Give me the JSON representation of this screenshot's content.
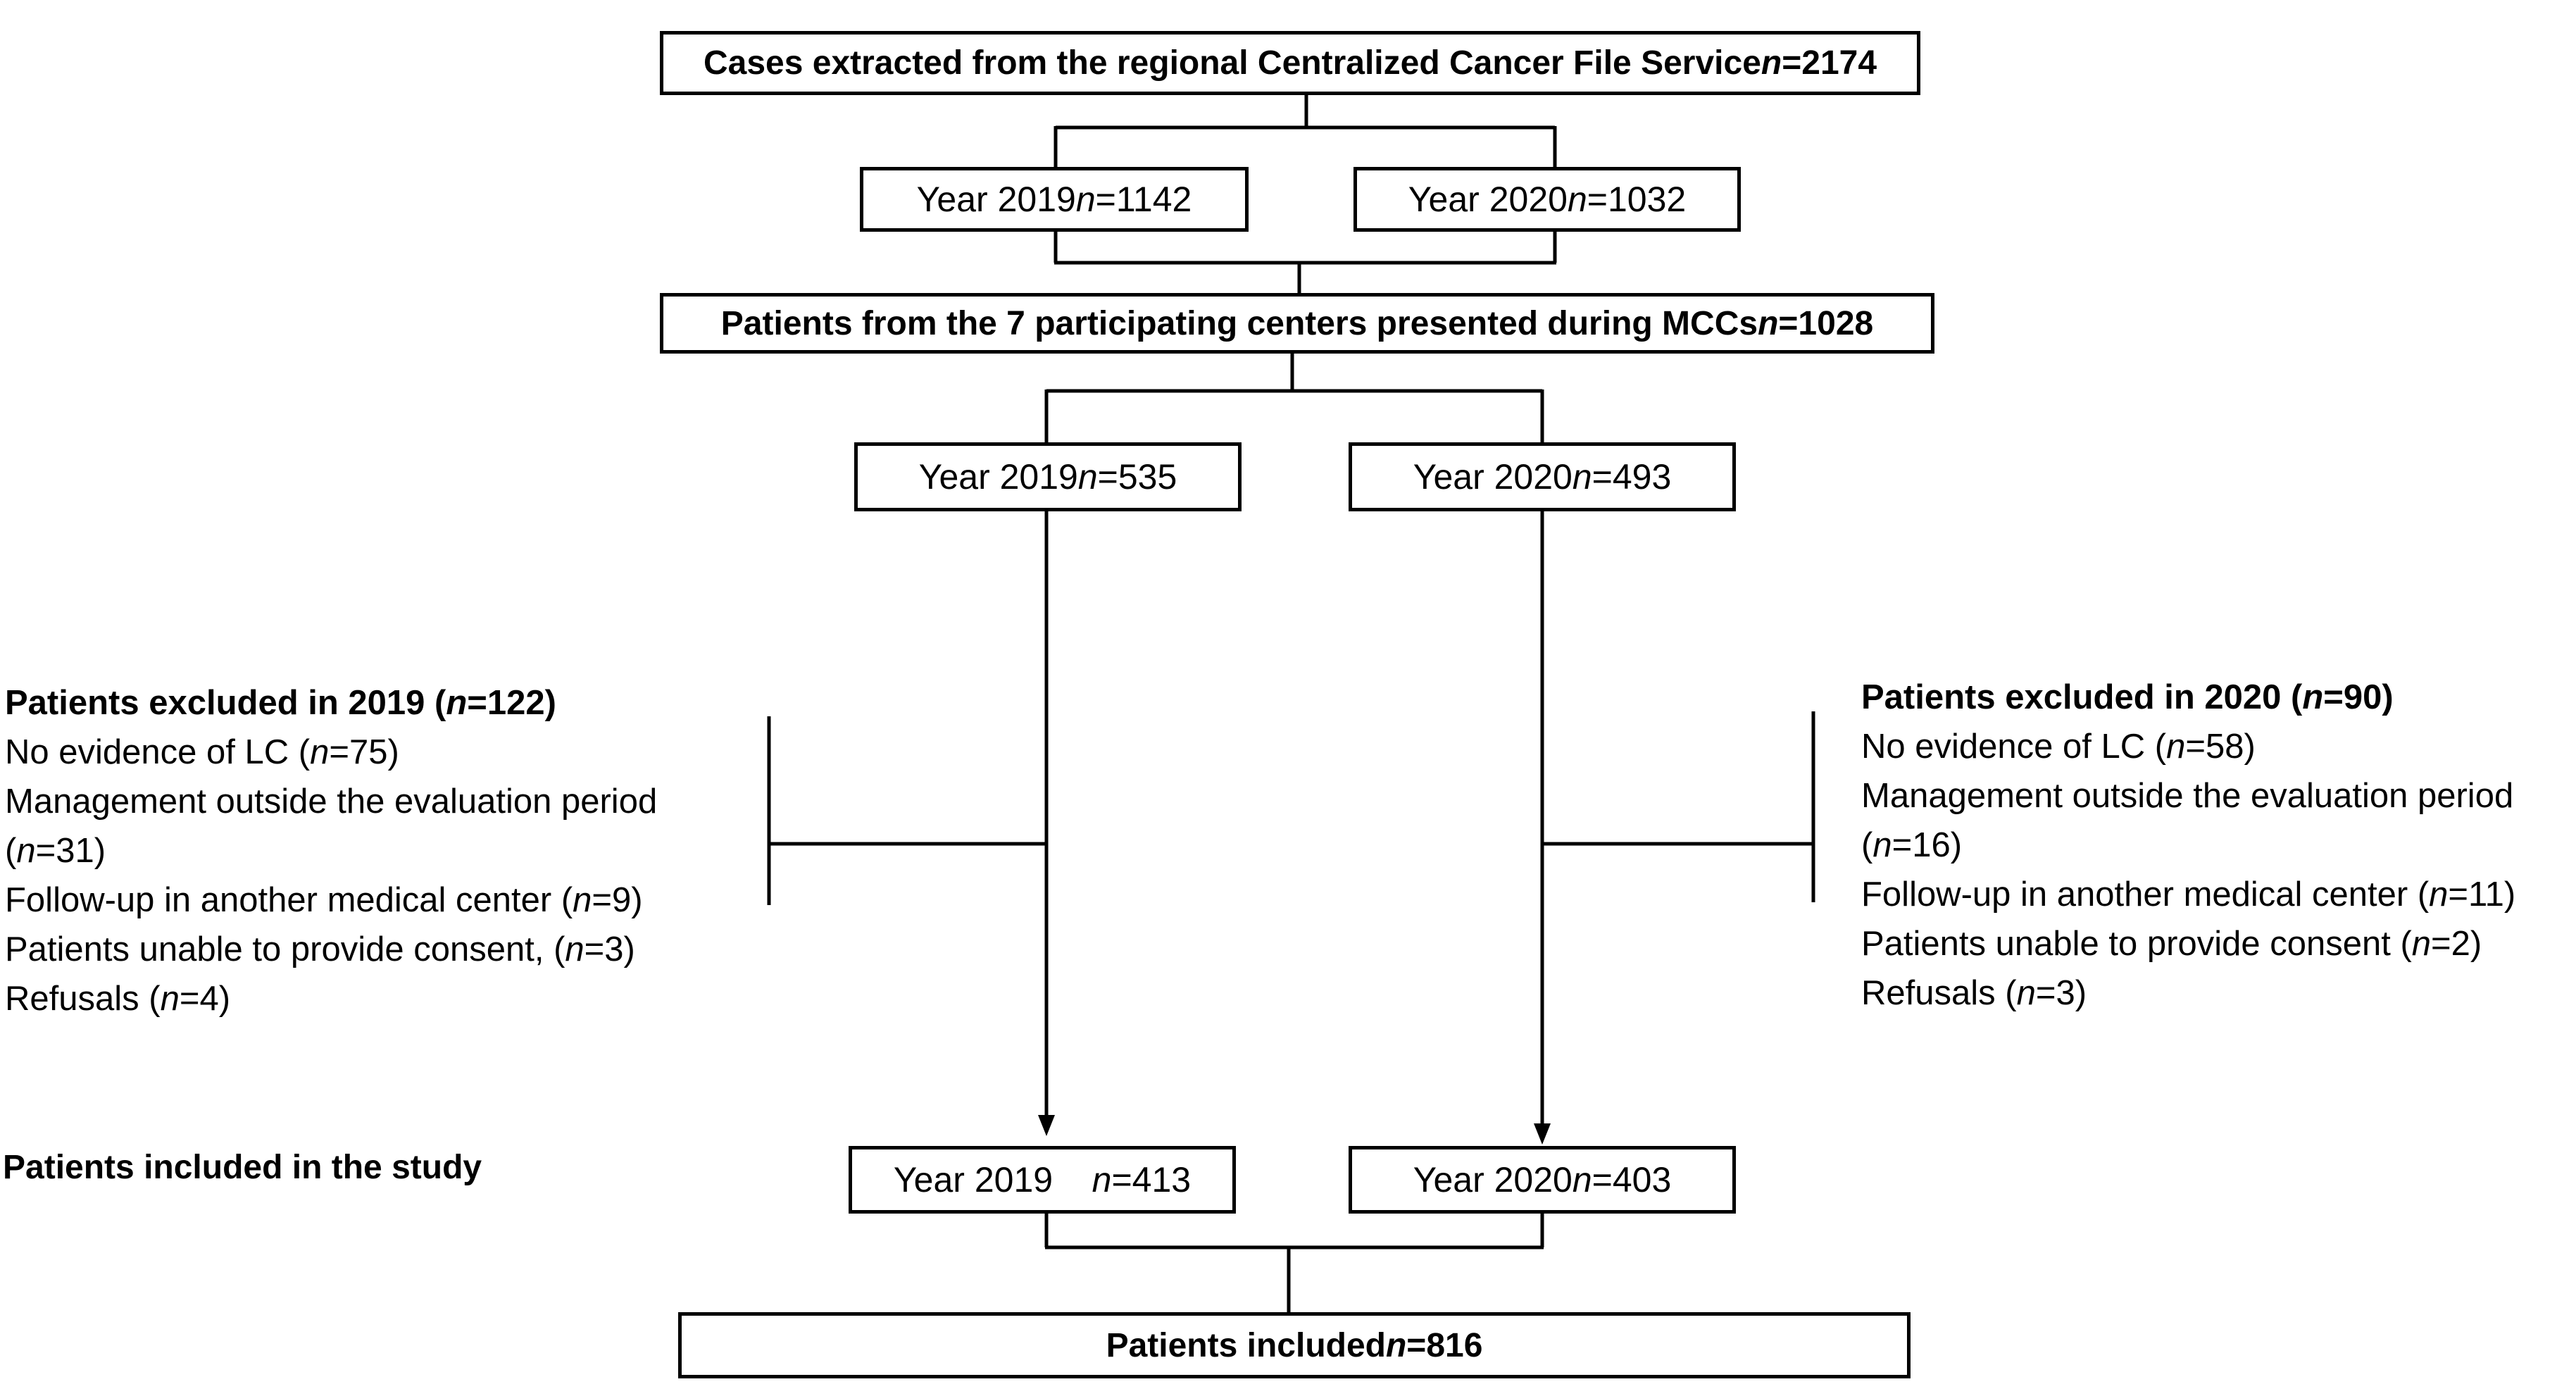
{
  "top_box": {
    "prefix": "Cases extracted from the regional Centralized Cancer File Service ",
    "n": "n",
    "suffix": "=2174"
  },
  "row1": [
    {
      "prefix": "Year 2019 ",
      "n": "n",
      "suffix": "=1142"
    },
    {
      "prefix": "Year 2020 ",
      "n": "n",
      "suffix": "=1032"
    }
  ],
  "mid_box": {
    "prefix": "Patients from the 7 participating centers presented during MCCs ",
    "n": "n",
    "suffix": "=1028"
  },
  "row2": [
    {
      "prefix": "Year 2019 ",
      "n": "n",
      "suffix": "=535"
    },
    {
      "prefix": "Year 2020 ",
      "n": "n",
      "suffix": "=493"
    }
  ],
  "excluded_2019": {
    "head": {
      "prefix": "Patients excluded in 2019 (",
      "n": "n",
      "suffix": "=122)"
    },
    "items": [
      {
        "prefix": "No evidence of LC (",
        "n": "n",
        "suffix": "=75)"
      },
      {
        "prefix": "Management outside the evaluation period",
        "n": "",
        "suffix": ""
      },
      {
        "prefix": "(",
        "n": "n",
        "suffix": "=31)"
      },
      {
        "prefix": "Follow-up in another medical center (",
        "n": "n",
        "suffix": "=9)"
      },
      {
        "prefix": "Patients unable to provide consent, (",
        "n": "n",
        "suffix": "=3)"
      },
      {
        "prefix": "Refusals (",
        "n": "n",
        "suffix": "=4)"
      }
    ]
  },
  "excluded_2020": {
    "head": {
      "prefix": "Patients excluded in 2020 (",
      "n": "n",
      "suffix": "=90)"
    },
    "items": [
      {
        "prefix": "No evidence of LC (",
        "n": "n",
        "suffix": "=58)"
      },
      {
        "prefix": "Management outside the evaluation period",
        "n": "",
        "suffix": ""
      },
      {
        "prefix": "(",
        "n": "n",
        "suffix": "=16)"
      },
      {
        "prefix": "Follow-up in another medical center (",
        "n": "n",
        "suffix": "=11)"
      },
      {
        "prefix": "Patients unable to provide consent (",
        "n": "n",
        "suffix": "=2)"
      },
      {
        "prefix": "Refusals (",
        "n": "n",
        "suffix": "=3)"
      }
    ]
  },
  "included_label": "Patients included in the study",
  "row3": [
    {
      "prefix": "Year 2019    ",
      "n": "n",
      "suffix": "=413"
    },
    {
      "prefix": "Year 2020 ",
      "n": "n",
      "suffix": "=403"
    }
  ],
  "bottom_box": {
    "prefix": "Patients included ",
    "n": "n",
    "suffix": "=816"
  }
}
